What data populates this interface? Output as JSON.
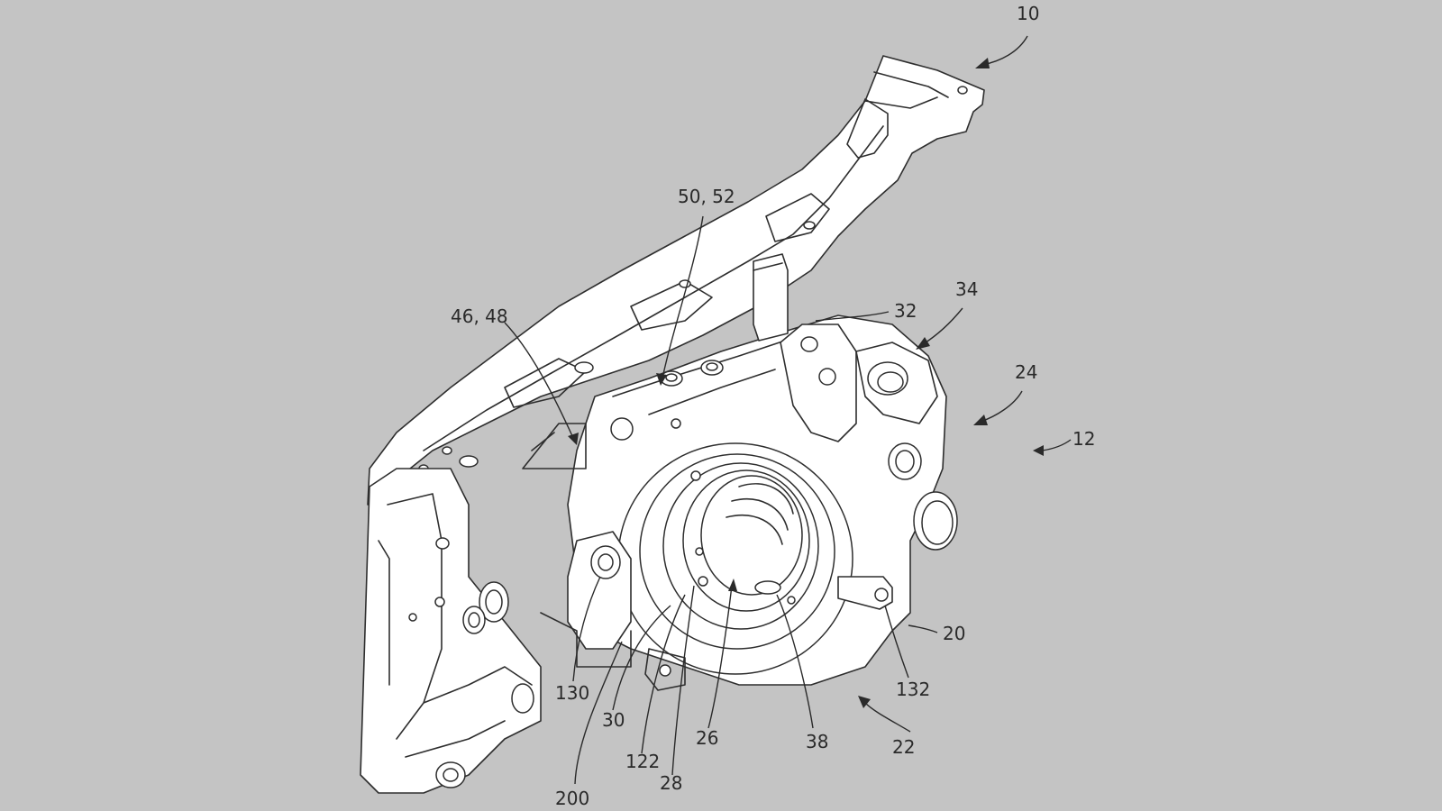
{
  "figure": {
    "background": "#c4c4c4",
    "line_color": "#2e2e2e",
    "reference_labels": {
      "r10": "10",
      "r50_52": "50, 52",
      "r46_48": "46, 48",
      "r32": "32",
      "r34": "34",
      "r24": "24",
      "r12": "12",
      "r20": "20",
      "r132": "132",
      "r22": "22",
      "r38": "38",
      "r26": "26",
      "r28": "28",
      "r122": "122",
      "r30": "30",
      "r130": "130",
      "r200": "200"
    }
  }
}
